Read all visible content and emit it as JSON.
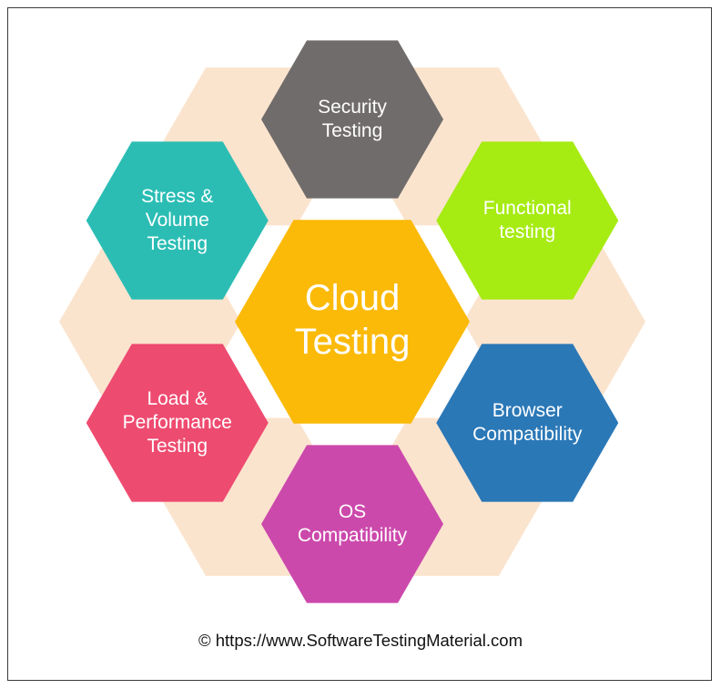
{
  "diagram": {
    "title": "Cloud Testing",
    "center": {
      "id": "cloud-testing",
      "lines": [
        "Cloud",
        "Testing"
      ],
      "color": "#FBBA08"
    },
    "nodes": [
      {
        "id": "security-testing",
        "position": "top",
        "lines": [
          "Security",
          "Testing"
        ],
        "color": "#706C6B"
      },
      {
        "id": "functional-testing",
        "position": "top-right",
        "lines": [
          "Functional",
          "testing"
        ],
        "color": "#A6EB12"
      },
      {
        "id": "browser-compatibility",
        "position": "bottom-right",
        "lines": [
          "Browser",
          "Compatibility"
        ],
        "color": "#2B78B7"
      },
      {
        "id": "os-compatibility",
        "position": "bottom",
        "lines": [
          "OS",
          "Compatibility"
        ],
        "color": "#CC49AC"
      },
      {
        "id": "load-performance-testing",
        "position": "bottom-left",
        "lines": [
          "Load &",
          "Performance",
          "Testing"
        ],
        "color": "#EE4B70"
      },
      {
        "id": "stress-volume-testing",
        "position": "top-left",
        "lines": [
          "Stress &",
          "Volume",
          "Testing"
        ],
        "color": "#2BBDB4"
      }
    ],
    "filler_color": "#FBE4CE",
    "label_color": "#FFFFFF",
    "background_color": "#FFFFFF",
    "border_color": "#3B3B3B"
  },
  "footer": {
    "credit": "© https://www.SoftwareTestingMaterial.com"
  }
}
